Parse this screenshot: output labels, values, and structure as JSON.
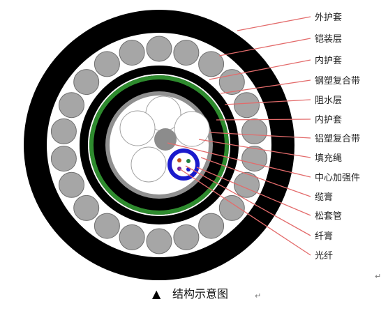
{
  "labels": [
    "外护套",
    "铠装层",
    "内护套",
    "钢塑复合带",
    "阻水层",
    "内护套",
    "铝塑复合带",
    "填充绳",
    "中心加强件",
    "缆膏",
    "松套管",
    "纤膏",
    "光纤"
  ],
  "caption": {
    "symbol": "▲",
    "text": "结构示意图"
  },
  "colors": {
    "outer_sheath": "#000000",
    "armor_wire": "#a6a6a6",
    "steel_tape": "#2e8b2e",
    "aluminum_tape": "#909090",
    "loose_tube": "#1a1acc",
    "leader_line": "#e36b6b",
    "fiber_colors": [
      "#c05020",
      "#208040",
      "#7020a0",
      "#1a1acc"
    ]
  }
}
